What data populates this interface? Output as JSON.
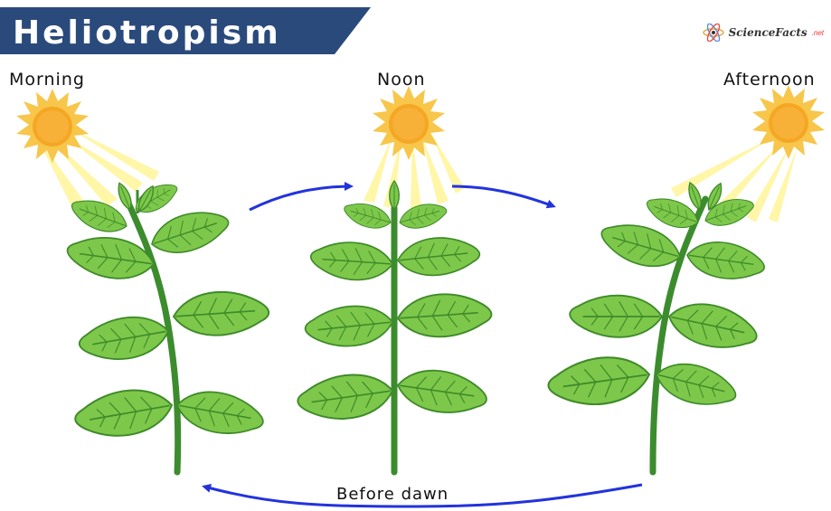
{
  "title": "Heliotropism",
  "brand": {
    "name": "ScienceFacts",
    "suffix": ".net",
    "icon": "atom-icon"
  },
  "phases": [
    {
      "label": "Morning"
    },
    {
      "label": "Noon"
    },
    {
      "label": "Afternoon"
    }
  ],
  "cycle_label": "Before dawn",
  "colors": {
    "banner": "#2a4a7b",
    "sun_outer": "#f7c64a",
    "sun_inner": "#f5a623",
    "ray": "#fff59a",
    "leaf": "#7dc84a",
    "leaf_dark": "#3f8a2a",
    "stem": "#3c8c2e",
    "arrow": "#2233dd"
  }
}
